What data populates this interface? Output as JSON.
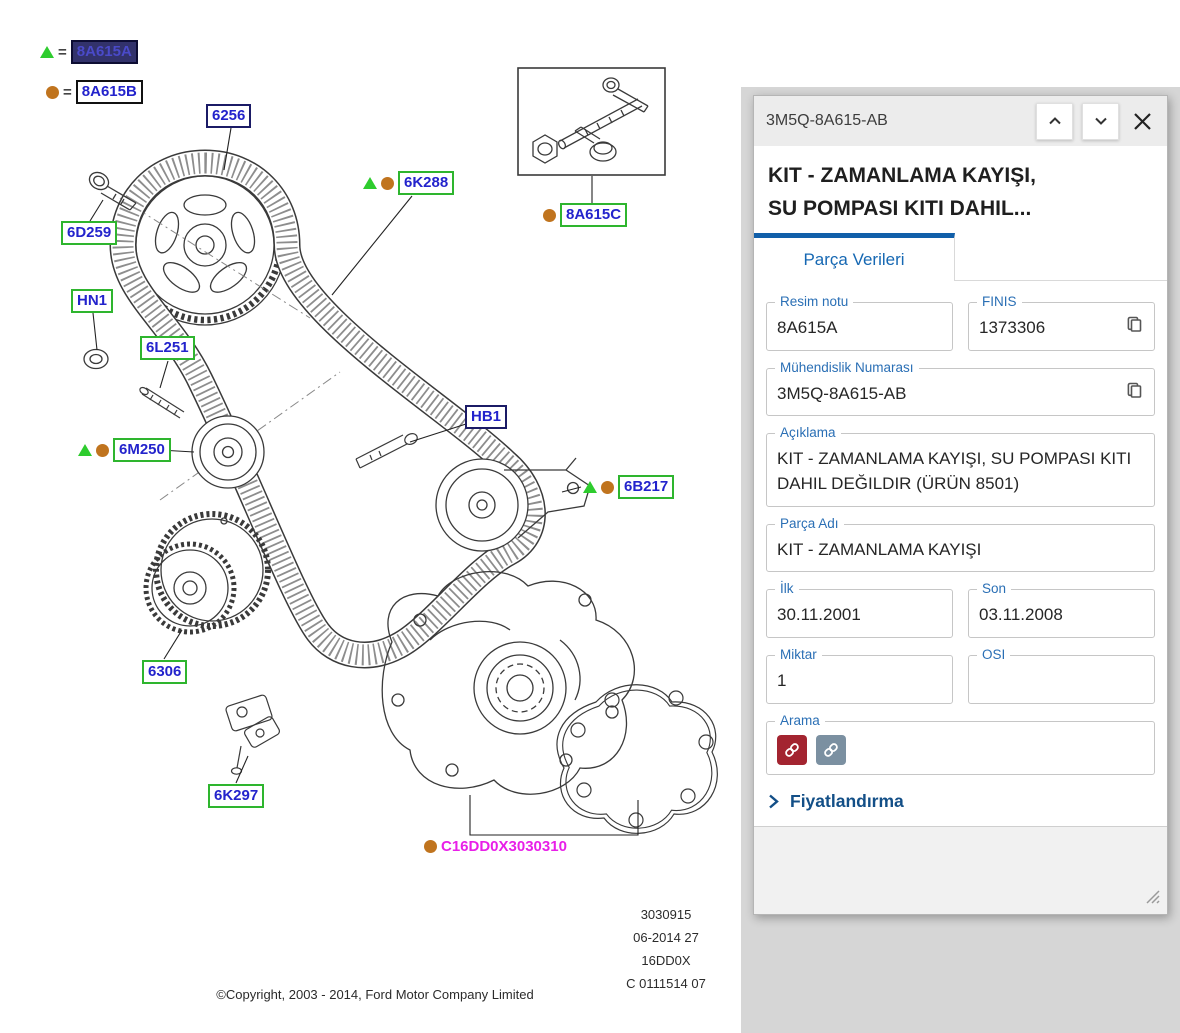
{
  "colors": {
    "accent_blue": "#1668b3",
    "tab_bar_blue": "#115fa9",
    "label_green_border": "#2eb52e",
    "label_navy_border": "#1b1b66",
    "label_text_blue": "#2323cc",
    "marker_green": "#2ecc2e",
    "marker_orange": "#c0741e",
    "note_magenta": "#e81fe8",
    "link_button_red": "#a32430",
    "link_button_slate": "#7b90a1"
  },
  "legend": {
    "equals": "=",
    "selected_code": "8A615A",
    "secondary_code": "8A615B"
  },
  "diagram": {
    "part_labels": [
      {
        "code": "6256"
      },
      {
        "code": "6D259"
      },
      {
        "code": "HN1"
      },
      {
        "code": "6L251"
      },
      {
        "code": "6M250"
      },
      {
        "code": "6K288"
      },
      {
        "code": "8A615C"
      },
      {
        "code": "HB1"
      },
      {
        "code": "6B217"
      },
      {
        "code": "6306"
      },
      {
        "code": "6K297"
      }
    ],
    "plate_note": "C16DD0X3030310",
    "sheet_info": {
      "line1": "3030915",
      "line2": "06-2014 27",
      "line3": "16DD0X",
      "line4": "C 0111514 07"
    },
    "copyright": "©Copyright, 2003 - 2014, Ford Motor Company Limited"
  },
  "panel": {
    "window_title": "3M5Q-8A615-AB",
    "title_line1": "KIT - ZAMANLAMA KAYIŞI,",
    "title_line2": "SU POMPASI KITI DAHIL...",
    "tab_label": "Parça Verileri",
    "fields": {
      "resim_notu": {
        "label": "Resim notu",
        "value": "8A615A"
      },
      "finis": {
        "label": "FINIS",
        "value": "1373306"
      },
      "muhendislik_numarasi": {
        "label": "Mühendislik Numarası",
        "value": "3M5Q-8A615-AB"
      },
      "aciklama": {
        "label": "Açıklama",
        "value": "KIT - ZAMANLAMA KAYIŞI, SU POMPASI KITI DAHIL DEĞILDIR (ÜRÜN 8501)"
      },
      "parca_adi": {
        "label": "Parça Adı",
        "value": "KIT - ZAMANLAMA KAYIŞI"
      },
      "ilk": {
        "label": "İlk",
        "value": "30.11.2001"
      },
      "son": {
        "label": "Son",
        "value": "03.11.2008"
      },
      "miktar": {
        "label": "Miktar",
        "value": "1"
      },
      "osi": {
        "label": "OSI",
        "value": ""
      },
      "arama": {
        "label": "Arama"
      }
    },
    "pricing_label": "Fiyatlandırma"
  }
}
